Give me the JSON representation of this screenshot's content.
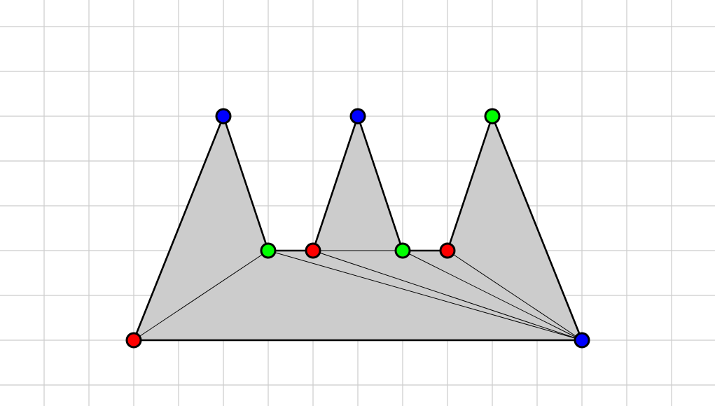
{
  "diagram": {
    "type": "polygon-triangulation",
    "grid": true,
    "fill_color": "#cccccc",
    "edge_color": "#000000",
    "grid_color": "#cccccc",
    "colors": {
      "red": "#ff0000",
      "green": "#00ff00",
      "blue": "#0000ff"
    },
    "vertices": [
      {
        "id": "A",
        "x": 0,
        "y": 0,
        "color": "red"
      },
      {
        "id": "B",
        "x": 10,
        "y": 0,
        "color": "blue"
      },
      {
        "id": "C",
        "x": 8,
        "y": 5,
        "color": "green"
      },
      {
        "id": "D",
        "x": 7,
        "y": 2,
        "color": "red"
      },
      {
        "id": "E",
        "x": 6,
        "y": 2,
        "color": "green"
      },
      {
        "id": "F",
        "x": 5,
        "y": 5,
        "color": "blue"
      },
      {
        "id": "G",
        "x": 4,
        "y": 2,
        "color": "red"
      },
      {
        "id": "H",
        "x": 3,
        "y": 2,
        "color": "green"
      },
      {
        "id": "I",
        "x": 2,
        "y": 5,
        "color": "blue"
      }
    ],
    "boundary": [
      "A",
      "B",
      "C",
      "D",
      "E",
      "F",
      "G",
      "H",
      "I"
    ],
    "diagonals": [
      [
        "A",
        "H"
      ],
      [
        "H",
        "B"
      ],
      [
        "G",
        "B"
      ],
      [
        "E",
        "B"
      ],
      [
        "D",
        "B"
      ],
      [
        "H",
        "G"
      ],
      [
        "G",
        "E"
      ],
      [
        "E",
        "D"
      ]
    ]
  }
}
